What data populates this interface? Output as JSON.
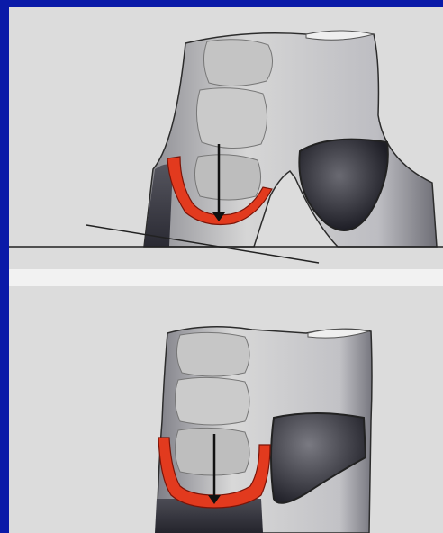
{
  "figure": {
    "panels": [
      {
        "id": "top",
        "state": "tilted, weight-bearing force arrow centered on distal segment"
      },
      {
        "id": "bottom",
        "state": "aligned, force arrow centered on distal segment"
      }
    ]
  },
  "colors": {
    "frame_border": "#0a1aa8",
    "panel_background": "#dcdcdc",
    "divider": "#f2f2f2",
    "highlight_red": "#e23a1e",
    "bone_fill": "#c9c9c9",
    "outline": "#2c2c2c",
    "dark_shade": "#3a3a44"
  }
}
